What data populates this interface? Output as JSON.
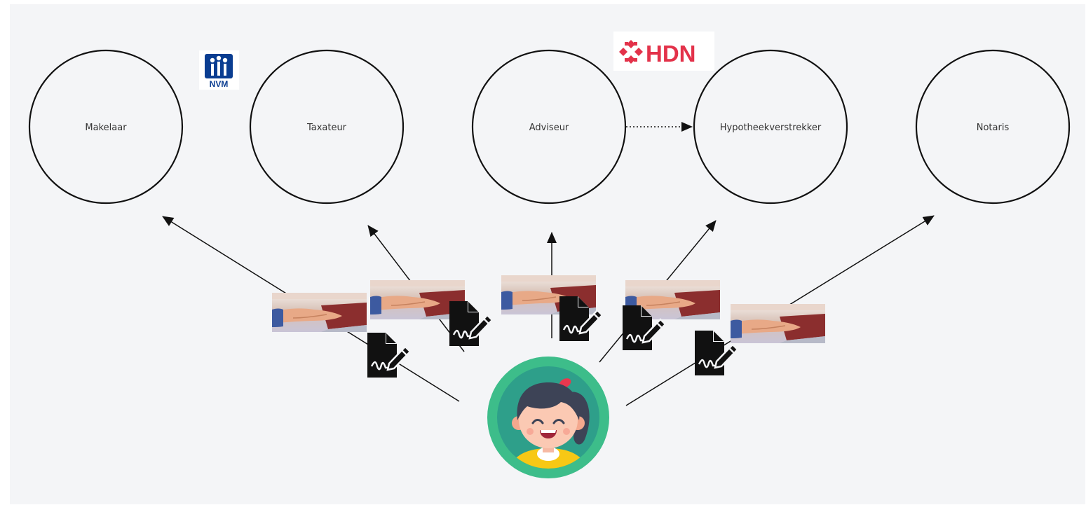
{
  "nodes": [
    {
      "id": "makelaar",
      "label": "Makelaar"
    },
    {
      "id": "taxateur",
      "label": "Taxateur"
    },
    {
      "id": "adviseur",
      "label": "Adviseur"
    },
    {
      "id": "hypotheekverstrekker",
      "label": "Hypotheekverstrekker"
    },
    {
      "id": "notaris",
      "label": "Notaris"
    }
  ],
  "logos": {
    "nvm": {
      "text": "NVM",
      "color": "#0a3d91"
    },
    "hdn": {
      "text": "HDN",
      "color": "#e3324a"
    }
  },
  "edges": [
    {
      "from": "user",
      "to": "makelaar",
      "style": "solid"
    },
    {
      "from": "user",
      "to": "taxateur",
      "style": "solid"
    },
    {
      "from": "user",
      "to": "adviseur",
      "style": "solid"
    },
    {
      "from": "user",
      "to": "hypotheekverstrekker",
      "style": "solid"
    },
    {
      "from": "user",
      "to": "notaris",
      "style": "solid"
    },
    {
      "from": "adviseur",
      "to": "hypotheekverstrekker",
      "style": "dotted"
    }
  ],
  "icons": {
    "document": "signed-document-icon",
    "photo": "hand-on-passport-photo",
    "user": "user-avatar"
  },
  "colors": {
    "background": "#f4f5f7",
    "avatar_ring": "#3dbd8a",
    "avatar_inner": "#2e9f8a"
  }
}
